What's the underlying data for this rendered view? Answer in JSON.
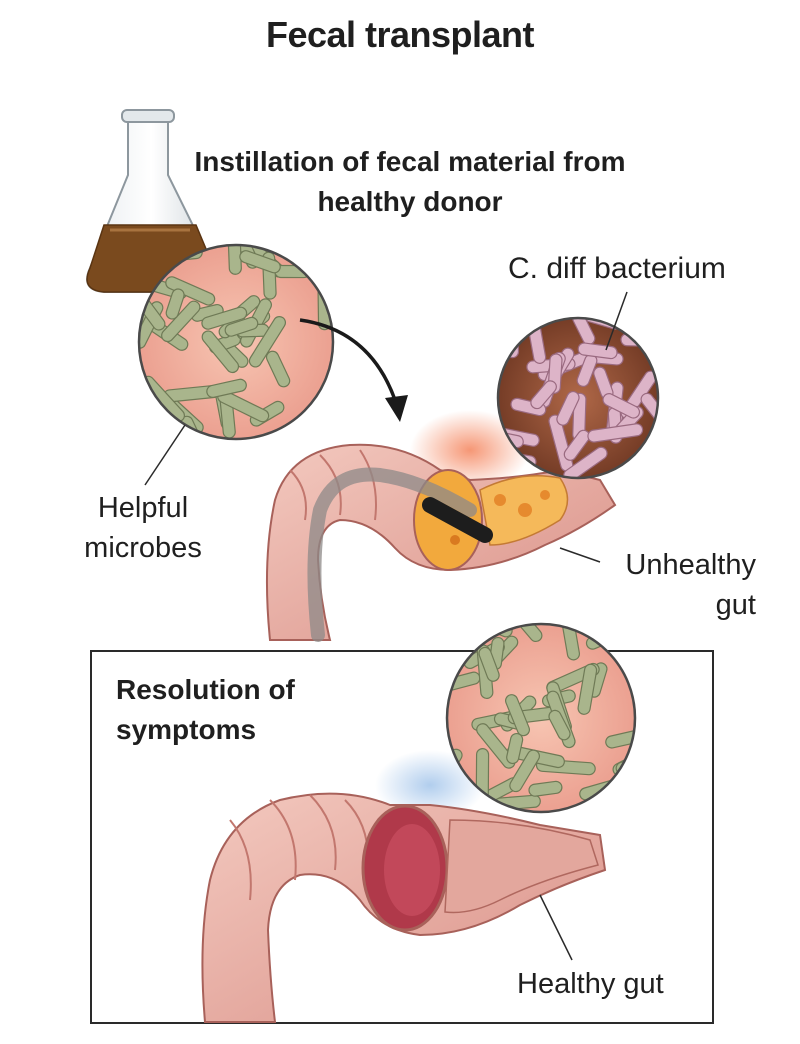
{
  "title": "Fecal transplant",
  "subtitle": "Instillation of fecal material from healthy donor",
  "labels": {
    "c_diff": "C. diff bacterium",
    "helpful_microbes": "Helpful microbes",
    "unhealthy_gut": "Unhealthy gut",
    "resolution": "Resolution of symptoms",
    "healthy_gut": "Healthy gut"
  },
  "colors": {
    "flask_fluid": "#7a4a1e",
    "intestine": "#e9b2a8",
    "intestine_dark": "#c97b73",
    "lumen": "#b0394a",
    "inflamed": "#f0a640",
    "microbe_bg": "#f2b3a0",
    "microbe": "#a9b58c",
    "cdiff_bg": "#8a4a33",
    "cdiff": "#ddb4c8"
  },
  "icons": [
    "flask-icon",
    "curved-arrow-icon",
    "endoscope-tube-icon"
  ]
}
